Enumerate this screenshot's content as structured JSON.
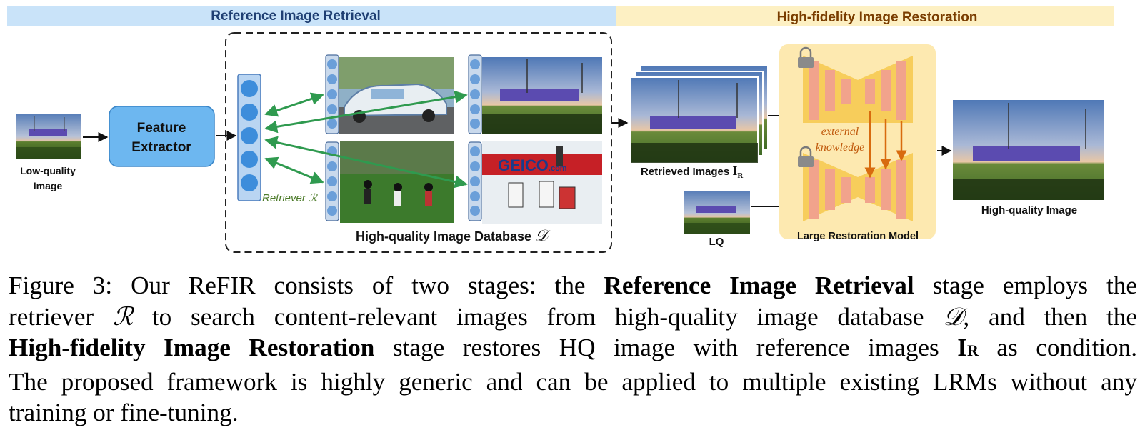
{
  "banners": {
    "left": "Reference Image Retrieval",
    "right": "High-fidelity Image Restoration"
  },
  "labels": {
    "lq_input_line1": "Low-quality",
    "lq_input_line2": "Image",
    "feature_extractor_line1": "Feature",
    "feature_extractor_line2": "Extractor",
    "retriever": "Retriever",
    "retriever_symbol": "ℛ",
    "database": "High-quality Image Database",
    "database_symbol": "𝒟",
    "retrieved": "Retrieved Images",
    "retrieved_symbol": "I",
    "retrieved_subscript": "R",
    "lq": "LQ",
    "external_line1": "external",
    "external_line2": "knowledge",
    "lrm": "Large Restoration Model",
    "hq_output": "High-quality Image",
    "sign_text": "GEICO",
    "sign_suffix": ".com"
  },
  "caption": {
    "line1": [
      "Figure 3: Our ReFIR consists of two stages: the ",
      "Reference Image Retrieval",
      " stage employs the"
    ],
    "line2": [
      "retriever ",
      "ℛ",
      " to search content-relevant images from high-quality image database ",
      "𝒟",
      ", and then the"
    ],
    "line3": [
      "High-fidelity Image Restoration",
      " stage restores HQ image with reference images ",
      "I",
      "R",
      " as condition."
    ],
    "line4": "The proposed framework is highly generic and can be applied to multiple existing LRMs without any",
    "line5": "training or fine-tuning."
  },
  "colors": {
    "banner_left": "#c9e3f9",
    "banner_left_text": "#1f3f73",
    "banner_right": "#fdf0c3",
    "banner_right_text": "#7a3d00",
    "extractor_fill": "#6db7f0",
    "arrow_green": "#2f9a4f",
    "arrow_orange": "#d86b0e",
    "model_bg": "#fde9b0",
    "model_trapezoid": "#f7cd5b",
    "model_bars": "#f1a38c"
  }
}
